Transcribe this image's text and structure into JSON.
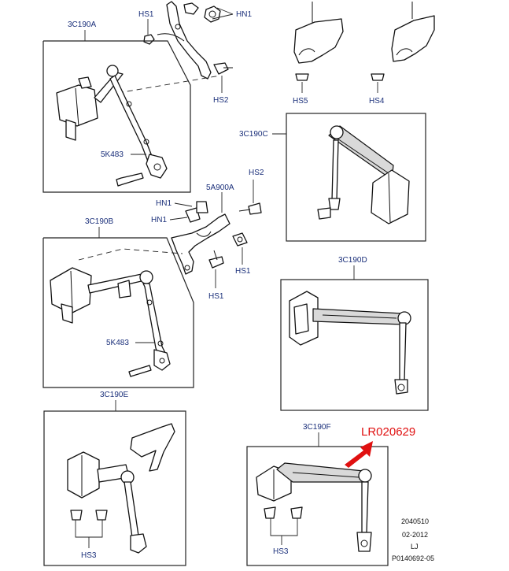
{
  "labels": {
    "hs1_top": "HS1",
    "hn1_top": "HN1",
    "hs2_top": "HS2",
    "hs5": "HS5",
    "hs4": "HS4",
    "c190a": "3C190A",
    "k483_a": "5K483",
    "c190c": "3C190C",
    "hs2_mid": "HS2",
    "a900a": "5A900A",
    "hn1_mid_a": "HN1",
    "hn1_mid_b": "HN1",
    "c190b": "3C190B",
    "hs1_mid_r": "HS1",
    "hs1_mid_b": "HS1",
    "k483_b": "5K483",
    "c190d": "3C190D",
    "c190e": "3C190E",
    "c190f": "3C190F",
    "lr": "LR020629",
    "hs3_e": "HS3",
    "hs3_f": "HS3"
  },
  "footer": {
    "line1": "2040510",
    "line2": "02-2012",
    "line3": "LJ",
    "line4": "P0140692-05"
  },
  "colors": {
    "label": "#1a2f7a",
    "highlight": "#e01010",
    "line": "#222222"
  }
}
